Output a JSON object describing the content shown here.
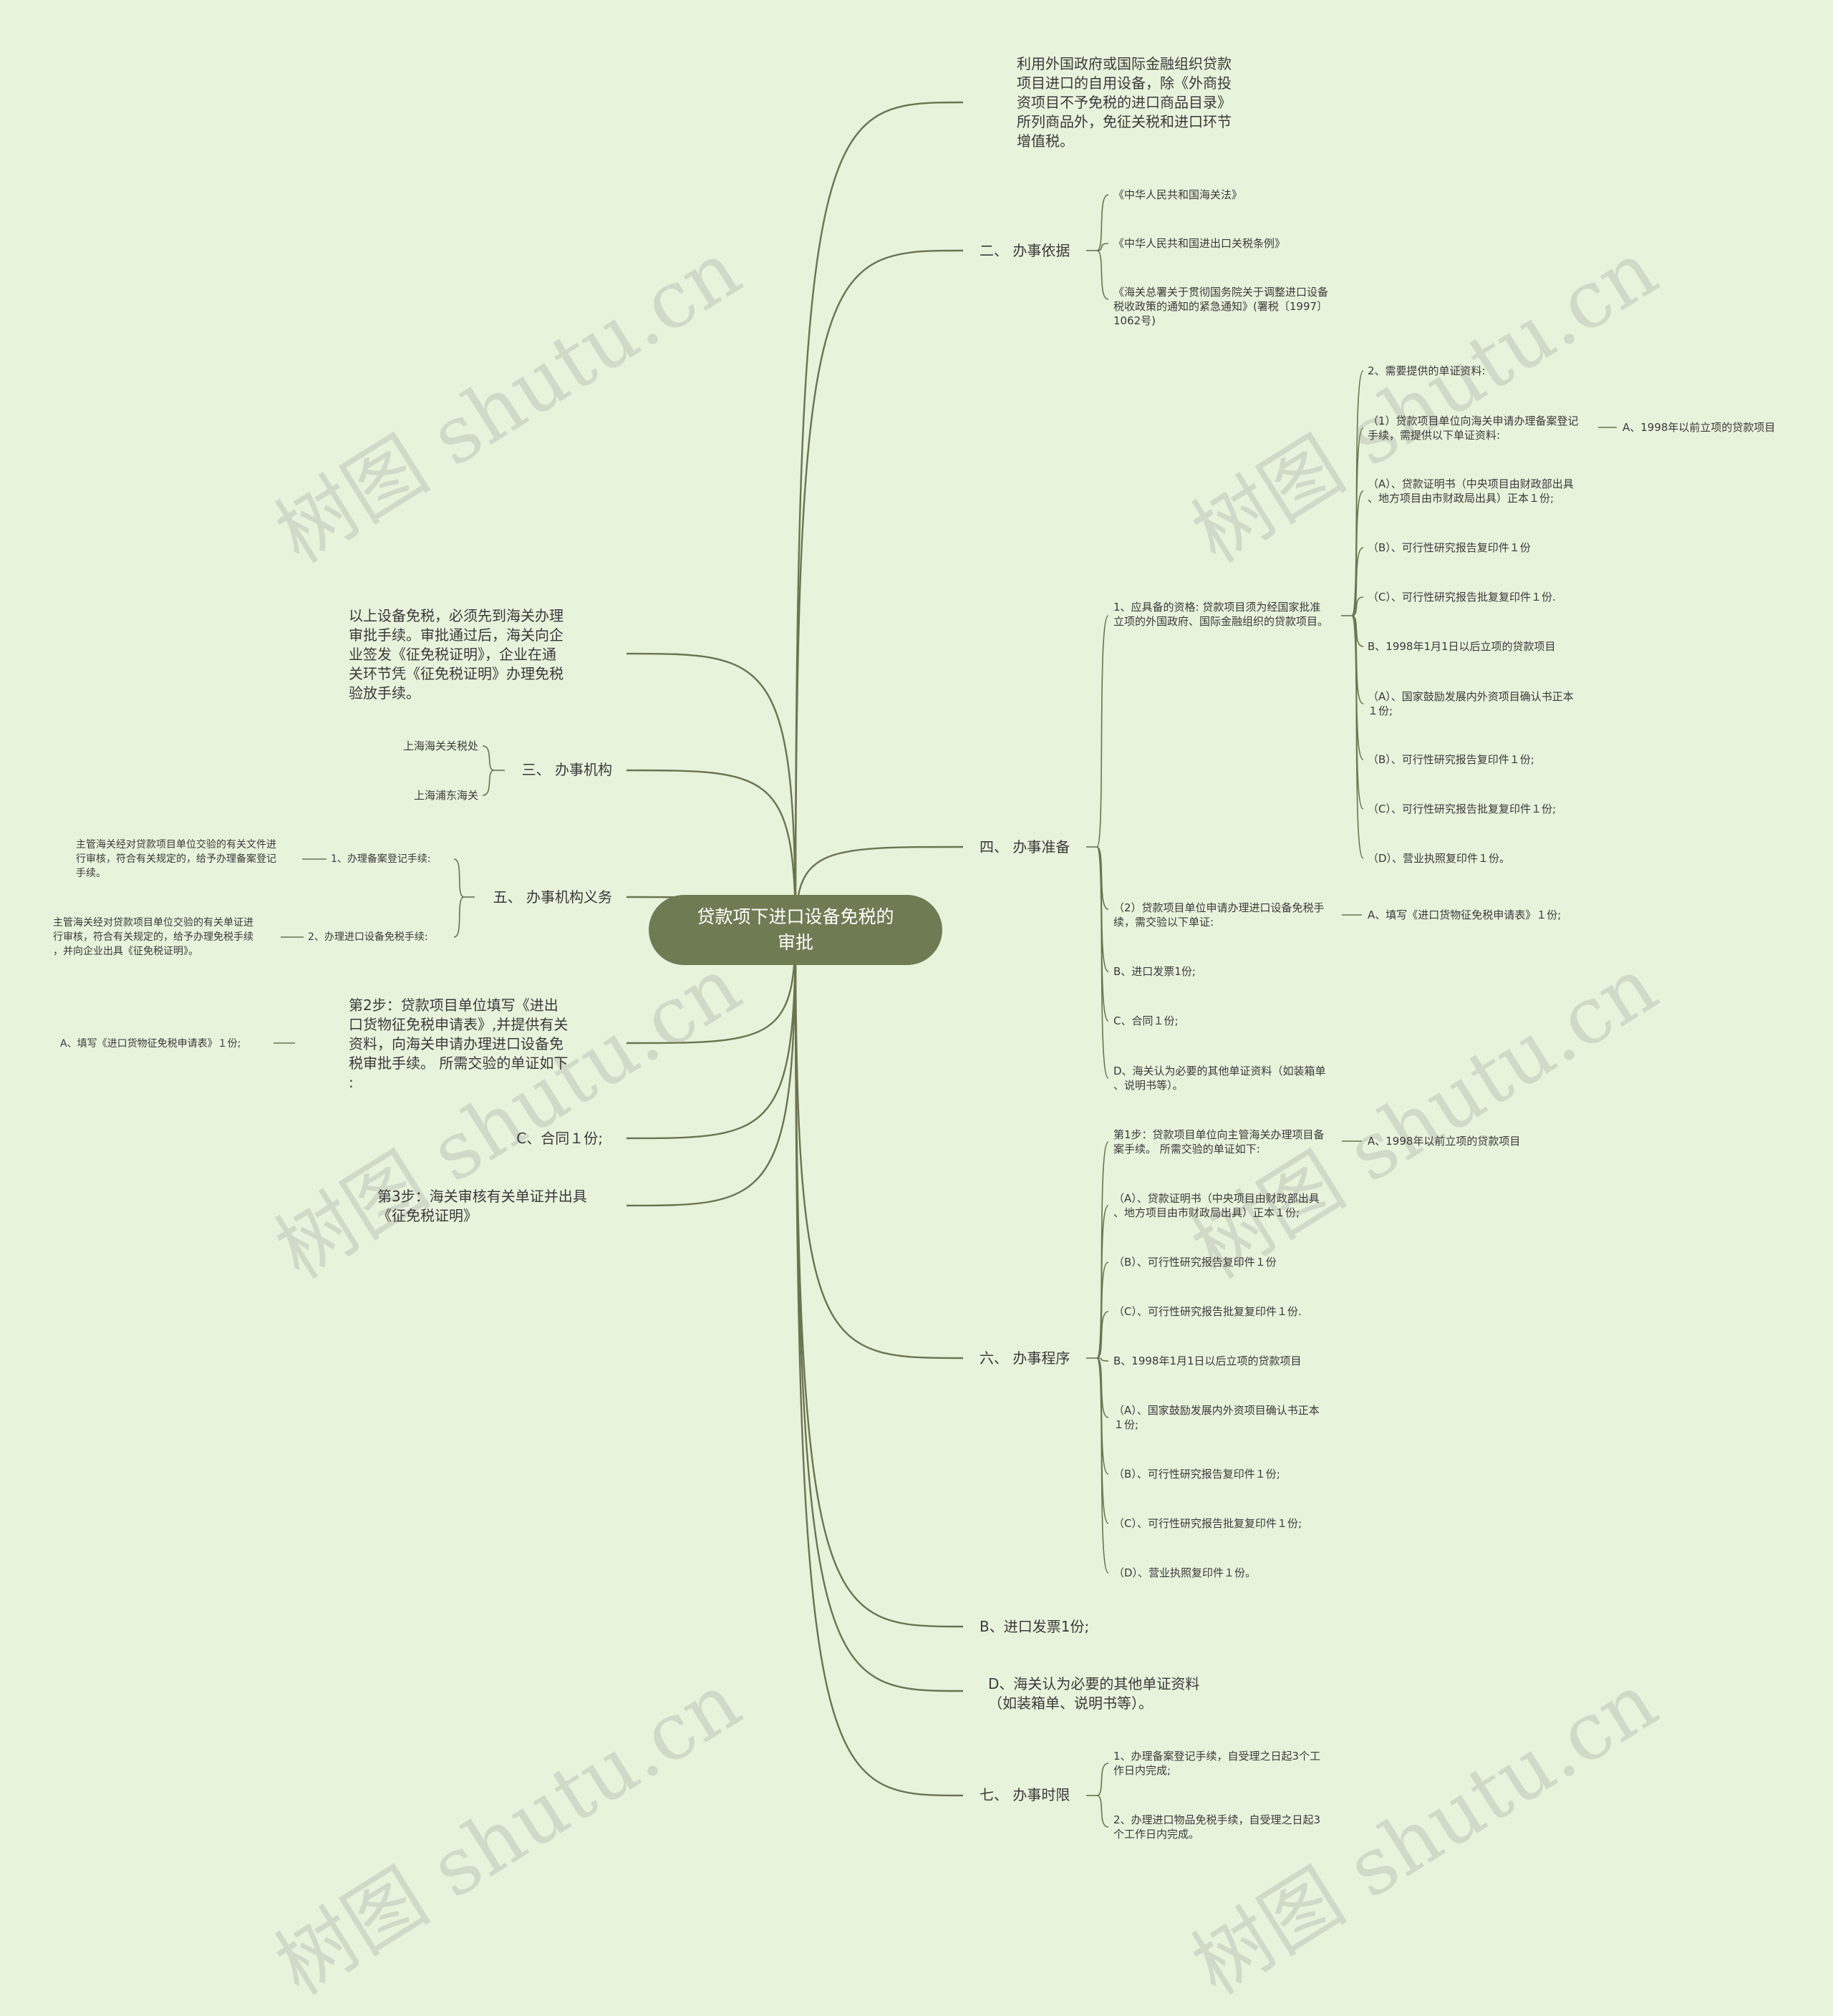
{
  "root": "贷款项下进口设备免税的\n审批",
  "watermark": "树图 shutu.cn",
  "right": {
    "intro": "利用外国政府或国际金融组织贷款\n项目进口的自用设备，除《外商投\n资项目不予免税的进口商品目录》\n所列商品外，免征关税和进口环节\n增值税。",
    "basis": {
      "label": "二、 办事依据",
      "items": [
        "《中华人民共和国海关法》",
        "《中华人民共和国进出口关税条例》",
        "《海关总署关于贯彻国务院关于调整进口设备\n税收政策的通知的紧急通知》(署税〔1997〕\n1062号)"
      ]
    },
    "prep": {
      "label": "四、 办事准备",
      "qual": "1、应具备的资格: 贷款项目须为经国家批准\n立项的外国政府、国际金融组织的贷款项目。",
      "qual_items": [
        "2、需要提供的单证资料:",
        "（1）贷款项目单位向海关申请办理备案登记\n手续，需提供以下单证资料:",
        "（A）、贷款证明书（中央项目由财政部出具\n、地方项目由市财政局出具）正本１份;",
        "（B）、可行性研究报告复印件１份",
        "（C）、可行性研究报告批复复印件１份.",
        "B、1998年1月1日以后立项的贷款项目",
        "（A）、国家鼓励发展内外资项目确认书正本\n１份;",
        "（B）、可行性研究报告复印件１份;",
        "（C）、可行性研究报告批复复印件１份;",
        "（D）、营业执照复印件１份。"
      ],
      "qual_a": "A、1998年以前立项的贷款项目",
      "apply": "（2）贷款项目单位申请办理进口设备免税手\n续，需交验以下单证:",
      "apply_a": "A、填写《进口货物征免税申请表》１份;",
      "other": [
        "B、进口发票1份;",
        "C、合同１份;",
        "D、海关认为必要的其他单证资料（如装箱单\n、说明书等）。"
      ]
    },
    "proc": {
      "label": "六、 办事程序",
      "step1": "第1步：贷款项目单位向主管海关办理项目备\n案手续。 所需交验的单证如下:",
      "step1_a": "A、1998年以前立项的贷款项目",
      "items": [
        "（A）、贷款证明书（中央项目由财政部出具\n、地方项目由市财政局出具）正本１份;",
        "（B）、可行性研究报告复印件１份",
        "（C）、可行性研究报告批复复印件１份.",
        "B、1998年1月1日以后立项的贷款项目",
        "（A）、国家鼓励发展内外资项目确认书正本\n１份;",
        "（B）、可行性研究报告复印件１份;",
        "（C）、可行性研究报告批复复印件１份;",
        "（D）、营业执照复印件１份。"
      ]
    },
    "invoice": "B、进口发票1份;",
    "other_docs": "D、海关认为必要的其他单证资料\n（如装箱单、说明书等）。",
    "time": {
      "label": "七、 办事时限",
      "items": [
        "1、办理备案登记手续，自受理之日起3个工\n作日内完成;",
        "2、办理进口物品免税手续，自受理之日起3\n个工作日内完成。"
      ]
    }
  },
  "left": {
    "notice": "以上设备免税，必须先到海关办理\n审批手续。审批通过后，海关向企\n业签发《征免税证明》，企业在通\n关环节凭《征免税证明》办理免税\n验放手续。",
    "org": {
      "label": "三、 办事机构",
      "items": [
        "上海海关关税处",
        "上海浦东海关"
      ]
    },
    "duty": {
      "label": "五、 办事机构义务",
      "items": [
        "1、办理备案登记手续:",
        "2、办理进口设备免税手续:"
      ],
      "details": [
        "主管海关经对贷款项目单位交验的有关文件进\n行审核，符合有关规定的，给予办理备案登记\n手续。",
        "主管海关经对贷款项目单位交验的有关单证进\n行审核，符合有关规定的，给予办理免税手续\n，并向企业出具《征免税证明》。"
      ]
    },
    "step2": "第2步：贷款项目单位填写《进出\n口货物征免税申请表》,并提供有关\n资料，向海关申请办理进口设备免\n税审批手续。 所需交验的单证如下\n:",
    "step2_a": "A、填写《进口货物征免税申请表》１份;",
    "contract": "C、合同１份;",
    "step3": "第3步：海关审核有关单证并出具\n《征免税证明》"
  },
  "colors": {
    "background": "#e8f3dc",
    "root": "#6f7b53",
    "line": "#6b7450",
    "text": "#3a3a3a"
  }
}
